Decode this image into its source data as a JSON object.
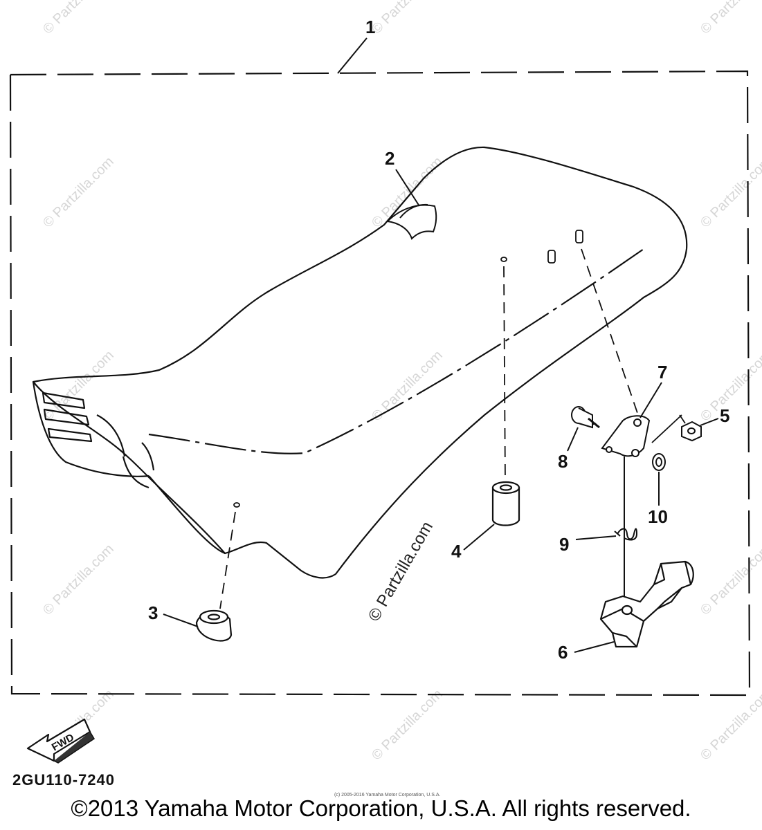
{
  "diagram": {
    "callouts": {
      "c1": "1",
      "c2": "2",
      "c3": "3",
      "c4": "4",
      "c5": "5",
      "c6": "6",
      "c7": "7",
      "c8": "8",
      "c9": "9",
      "c10": "10"
    },
    "fwd_label": "FWD",
    "drawing_code": "2GU110-7240",
    "small_notice": "(c) 2005-2016 Yamaha Motor Corporation, U.S.A.",
    "copyright": "©2013 Yamaha Motor Corporation, U.S.A. All rights reserved.",
    "watermark": "© Partzilla.com"
  }
}
